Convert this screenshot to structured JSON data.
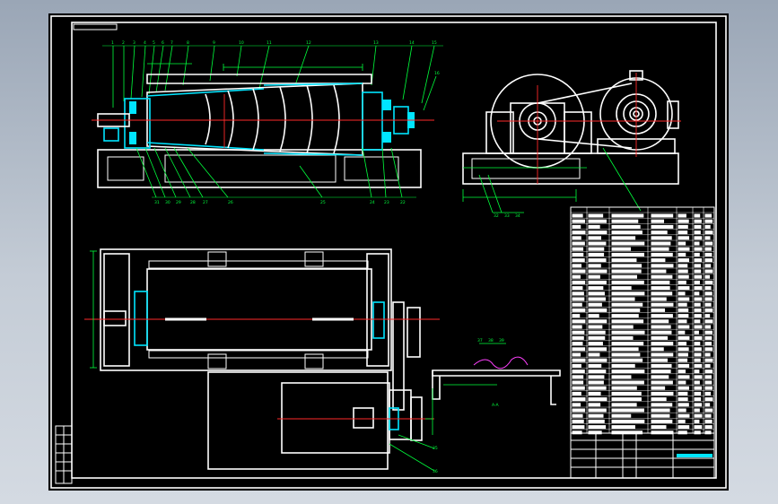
{
  "colors": {
    "background": "#000000",
    "line": "#ffffff",
    "hatch": "#00e5ff",
    "dimension": "#00ff3c",
    "centerline": "#ff2a2a"
  },
  "drawing": {
    "views": [
      "front-section-view",
      "side-view",
      "plan-view",
      "detail-view"
    ]
  }
}
